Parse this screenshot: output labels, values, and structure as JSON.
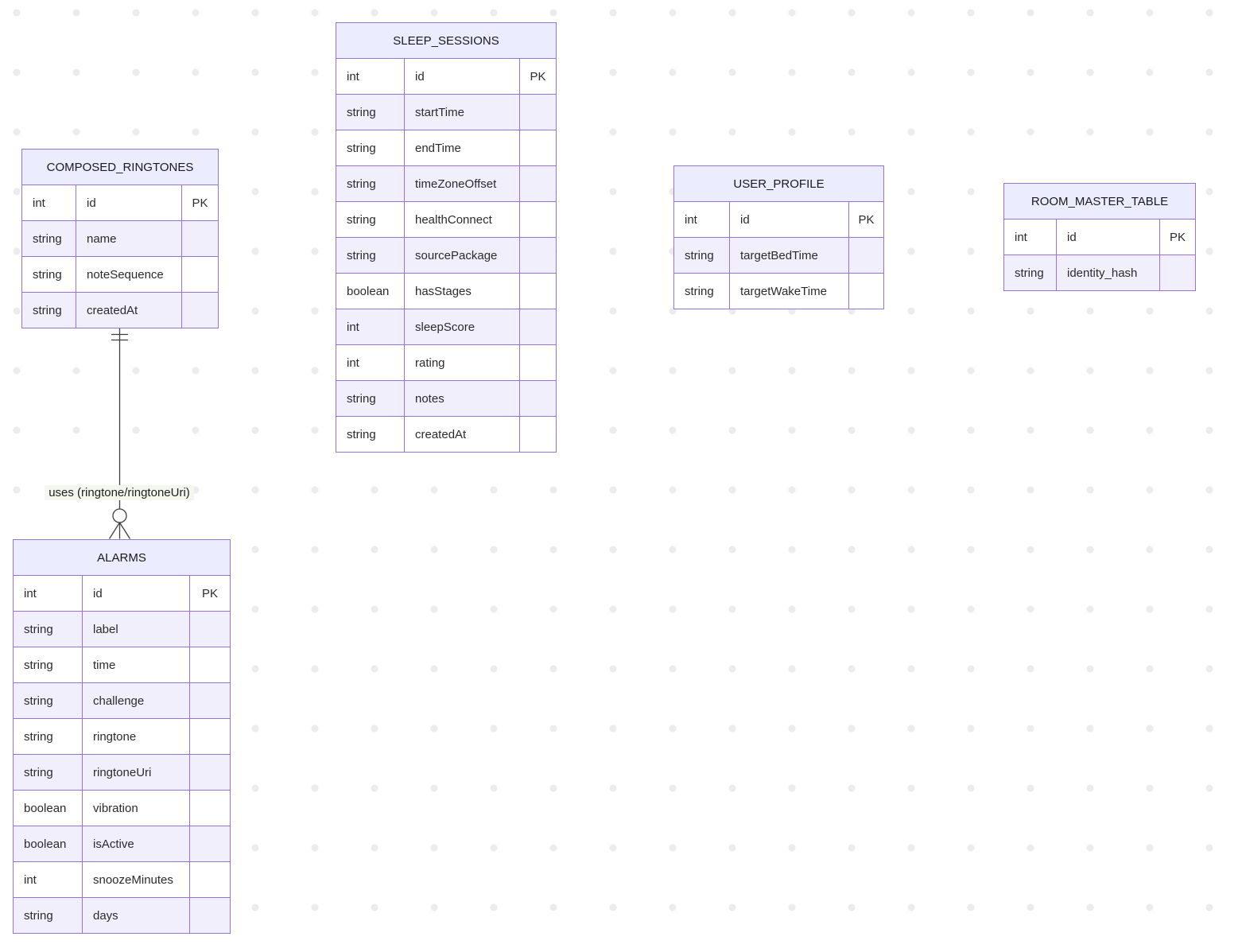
{
  "entities": [
    {
      "name": "COMPOSED_RINGTONES",
      "attributes": [
        {
          "type": "int",
          "name": "id",
          "key": "PK"
        },
        {
          "type": "string",
          "name": "name",
          "key": ""
        },
        {
          "type": "string",
          "name": "noteSequence",
          "key": ""
        },
        {
          "type": "string",
          "name": "createdAt",
          "key": ""
        }
      ]
    },
    {
      "name": "SLEEP_SESSIONS",
      "attributes": [
        {
          "type": "int",
          "name": "id",
          "key": "PK"
        },
        {
          "type": "string",
          "name": "startTime",
          "key": ""
        },
        {
          "type": "string",
          "name": "endTime",
          "key": ""
        },
        {
          "type": "string",
          "name": "timeZoneOffset",
          "key": ""
        },
        {
          "type": "string",
          "name": "healthConnect",
          "key": ""
        },
        {
          "type": "string",
          "name": "sourcePackage",
          "key": ""
        },
        {
          "type": "boolean",
          "name": "hasStages",
          "key": ""
        },
        {
          "type": "int",
          "name": "sleepScore",
          "key": ""
        },
        {
          "type": "int",
          "name": "rating",
          "key": ""
        },
        {
          "type": "string",
          "name": "notes",
          "key": ""
        },
        {
          "type": "string",
          "name": "createdAt",
          "key": ""
        }
      ]
    },
    {
      "name": "USER_PROFILE",
      "attributes": [
        {
          "type": "int",
          "name": "id",
          "key": "PK"
        },
        {
          "type": "string",
          "name": "targetBedTime",
          "key": ""
        },
        {
          "type": "string",
          "name": "targetWakeTime",
          "key": ""
        }
      ]
    },
    {
      "name": "ROOM_MASTER_TABLE",
      "attributes": [
        {
          "type": "int",
          "name": "id",
          "key": "PK"
        },
        {
          "type": "string",
          "name": "identity_hash",
          "key": ""
        }
      ]
    },
    {
      "name": "ALARMS",
      "attributes": [
        {
          "type": "int",
          "name": "id",
          "key": "PK"
        },
        {
          "type": "string",
          "name": "label",
          "key": ""
        },
        {
          "type": "string",
          "name": "time",
          "key": ""
        },
        {
          "type": "string",
          "name": "challenge",
          "key": ""
        },
        {
          "type": "string",
          "name": "ringtone",
          "key": ""
        },
        {
          "type": "string",
          "name": "ringtoneUri",
          "key": ""
        },
        {
          "type": "boolean",
          "name": "vibration",
          "key": ""
        },
        {
          "type": "boolean",
          "name": "isActive",
          "key": ""
        },
        {
          "type": "int",
          "name": "snoozeMinutes",
          "key": ""
        },
        {
          "type": "string",
          "name": "days",
          "key": ""
        }
      ]
    }
  ],
  "relationships": [
    {
      "from": "COMPOSED_RINGTONES",
      "to": "ALARMS",
      "label": "uses (ringtone/ringtoneUri)",
      "from_cardinality": "exactly one",
      "to_cardinality": "zero or many"
    }
  ],
  "colors": {
    "entity_border": "#9673d6",
    "header_fill": "#ECECFF",
    "row_alt_fill": "#f1effc",
    "row_fill": "#ffffff",
    "relationship_line": "#3f3f3f",
    "background_dot": "#ececec",
    "relationship_label_bg": "#f3f7ee",
    "text": "#2b2b2b"
  }
}
